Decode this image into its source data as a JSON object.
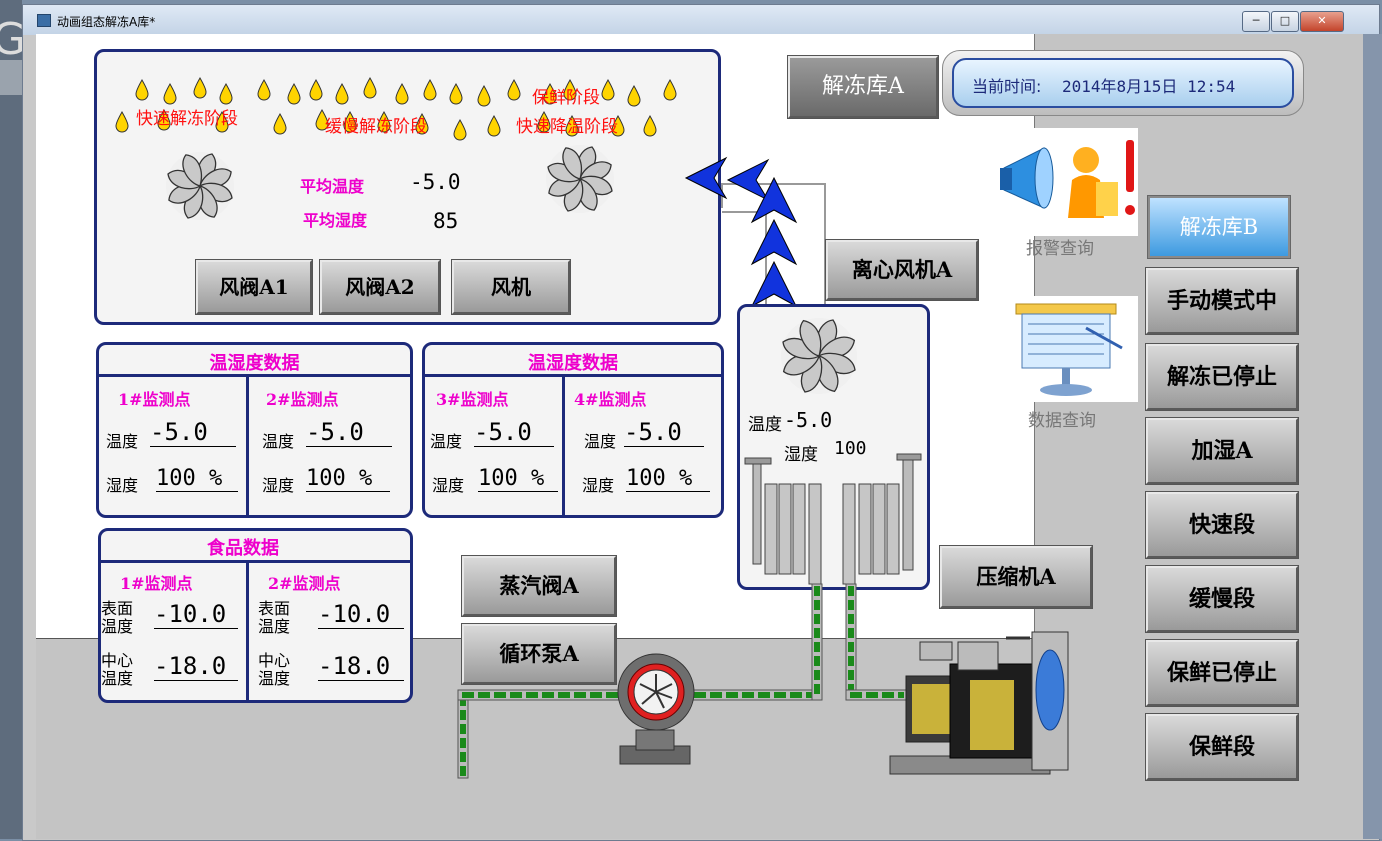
{
  "window": {
    "title": "动画组态解冻A库*",
    "minimize": "─",
    "maximize": "□",
    "close": "✕"
  },
  "left_strip_char": "G",
  "current_store": "解冻库A",
  "time": {
    "label": "当前时间:",
    "value": "2014年8月15日 12:54"
  },
  "chamber": {
    "stages": [
      "快速解冻阶段",
      "缓慢解冻阶段",
      "保鲜阶段",
      "快速降温阶段"
    ],
    "avg_temp_label": "平均温度",
    "avg_temp_value": "-5.0",
    "avg_hum_label": "平均湿度",
    "avg_hum_value": "85",
    "buttons": [
      "风阀A1",
      "风阀A2",
      "风机"
    ]
  },
  "th_panel_1": {
    "title": "温湿度数据",
    "points": [
      {
        "name": "1#监测点",
        "temp_label": "温度",
        "temp": "-5.0",
        "hum_label": "湿度",
        "hum": "100 %"
      },
      {
        "name": "2#监测点",
        "temp_label": "温度",
        "temp": "-5.0",
        "hum_label": "湿度",
        "hum": "100 %"
      }
    ]
  },
  "th_panel_2": {
    "title": "温湿度数据",
    "points": [
      {
        "name": "3#监测点",
        "temp_label": "温度",
        "temp": "-5.0",
        "hum_label": "湿度",
        "hum": "100 %"
      },
      {
        "name": "4#监测点",
        "temp_label": "温度",
        "temp": "-5.0",
        "hum_label": "湿度",
        "hum": "100 %"
      }
    ]
  },
  "food_panel": {
    "title": "食品数据",
    "points": [
      {
        "name": "1#监测点",
        "surface_label_1": "表面",
        "surface_label_2": "温度",
        "surface": "-10.0",
        "center_label_1": "中心",
        "center_label_2": "温度",
        "center": "-18.0"
      },
      {
        "name": "2#监测点",
        "surface_label_1": "表面",
        "surface_label_2": "温度",
        "surface": "-10.0",
        "center_label_1": "中心",
        "center_label_2": "温度",
        "center": "-18.0"
      }
    ]
  },
  "unit": {
    "temp_label": "温度",
    "temp_value": "-5.0",
    "hum_label": "湿度",
    "hum_value": "100"
  },
  "equipment_buttons": {
    "centrifugal_fan": "离心风机A",
    "compressor": "压缩机A",
    "steam_valve": "蒸汽阀A",
    "circulation_pump": "循环泵A"
  },
  "query": {
    "alarm": "报警查询",
    "data": "数据查询"
  },
  "right_buttons": [
    "解冻库B",
    "手动模式中",
    "解冻已停止",
    "加湿A",
    "快速段",
    "缓慢段",
    "保鲜已停止",
    "保鲜段"
  ],
  "colors": {
    "panel_border": "#1d2a7a",
    "pink_text": "#ee00cc",
    "stage_red": "#ff1010",
    "drop_yellow": "#ffd400",
    "arrow_blue": "#1133dd",
    "pipe_green": "#1a8a1a"
  }
}
